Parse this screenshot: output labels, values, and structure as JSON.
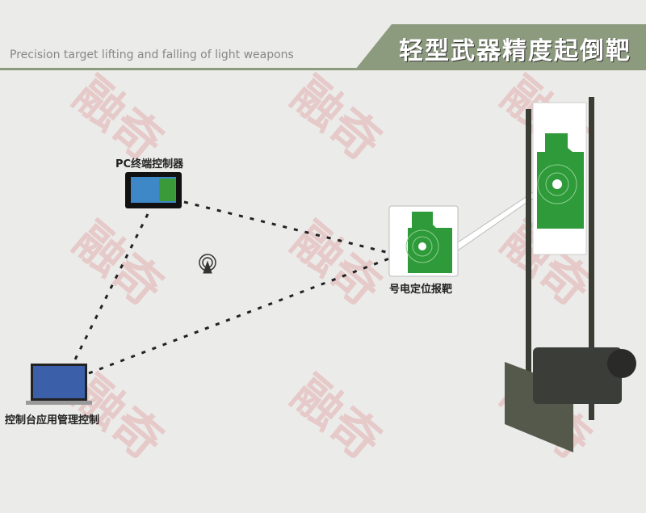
{
  "header": {
    "title": "轻型武器精度起倒靶",
    "subtitle": "Precision target lifting and falling of light weapons"
  },
  "nodes": {
    "pc_controller": "PC终端控制器",
    "target": "号电定位报靶",
    "console": "控制台应用管理控制"
  },
  "watermark": "融奇",
  "colors": {
    "accent": "#8c9a7e",
    "target_green": "#2e9a3a"
  }
}
